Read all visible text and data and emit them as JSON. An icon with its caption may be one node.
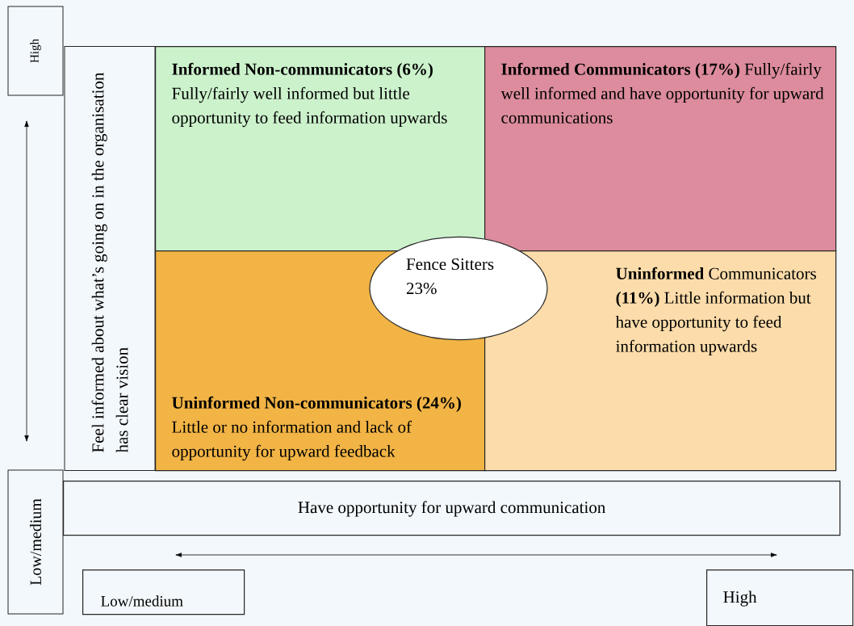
{
  "diagram": {
    "nodes": [
      {
        "text": [
          "High"
        ]
      },
      {
        "text": [
          "Feel informed about what’s going on in the organisation has clear vision"
        ]
      },
      {
        "text": [
          "**Informed Non-communicators (6%)** Fully/fairly well informed but little opportunity to feed information upwards"
        ]
      },
      {
        "text": [
          "**Informed Communicators (17%)** Fully/fairly well informed and have opportunity for upward communications"
        ]
      },
      {
        "text": [
          "**Uninformed Non-communicators (24%)** Little or no information and lack of opportunity for upward feedback"
        ]
      },
      {
        "text": [
          "**Uninformed** Communicators **(11%)** Little information but have opportunity to feed information upwards"
        ]
      },
      {
        "text": [
          "Fence Sitters 23%"
        ]
      },
      {
        "text": [
          "Low/medium"
        ]
      },
      {
        "text": [
          "Have opportunity for upward communication"
        ]
      },
      {
        "text": [
          "Low/medium"
        ]
      },
      {
        "text": [
          "High"
        ]
      }
    ]
  }
}
